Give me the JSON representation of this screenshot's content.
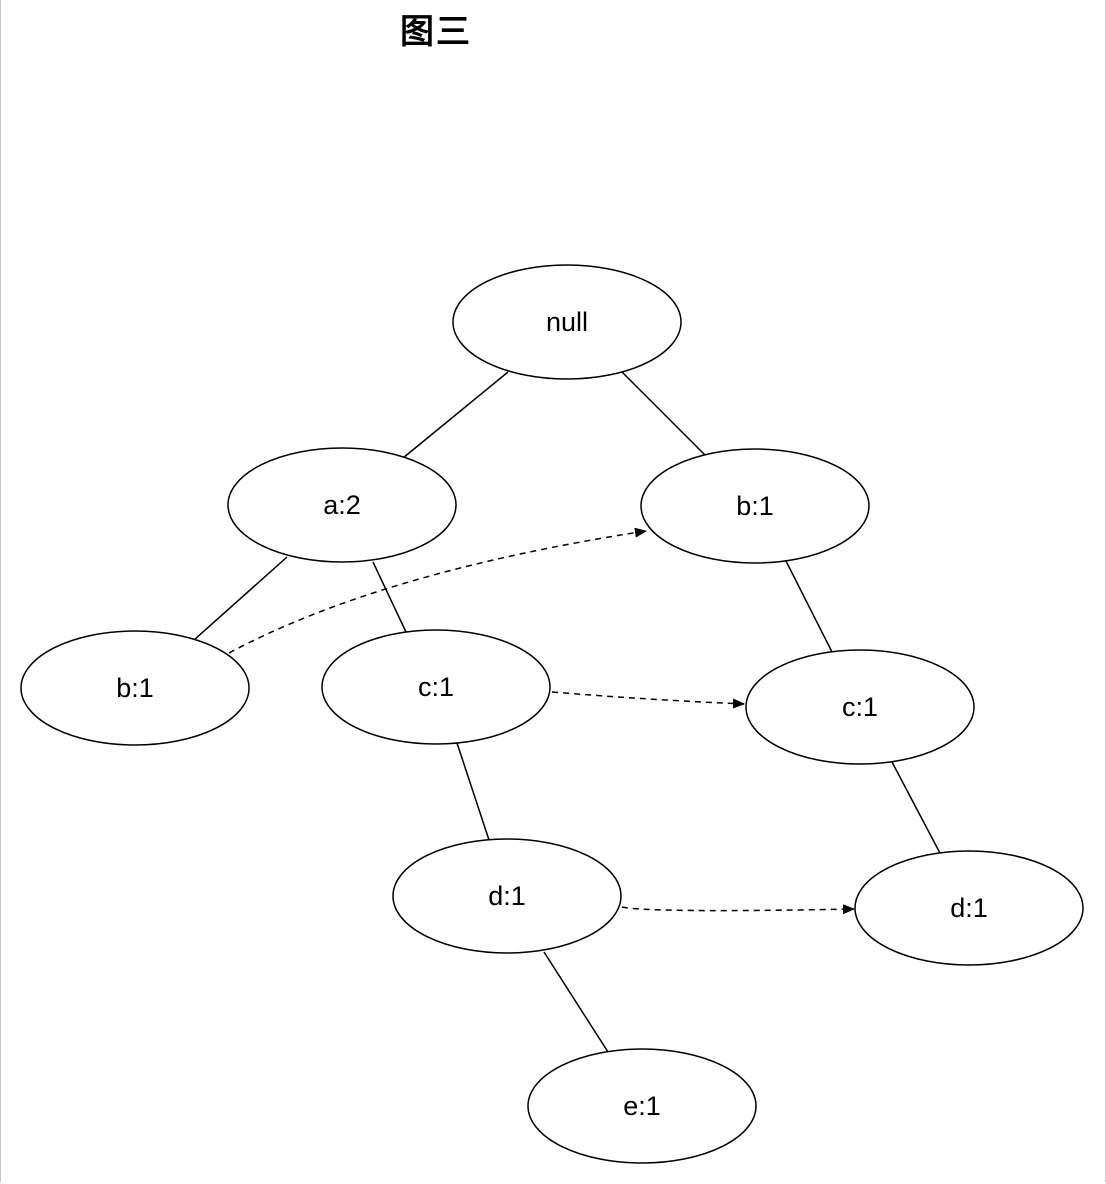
{
  "title": "图三",
  "nodes": [
    {
      "id": "root",
      "label": "null"
    },
    {
      "id": "a2",
      "label": "a:2"
    },
    {
      "id": "b1_right",
      "label": "b:1"
    },
    {
      "id": "b1_left",
      "label": "b:1"
    },
    {
      "id": "c1_mid",
      "label": "c:1"
    },
    {
      "id": "c1_right",
      "label": "c:1"
    },
    {
      "id": "d1_mid",
      "label": "d:1"
    },
    {
      "id": "d1_right",
      "label": "d:1"
    },
    {
      "id": "e1",
      "label": "e:1"
    }
  ],
  "edges": [
    {
      "from": "root",
      "to": "a2"
    },
    {
      "from": "root",
      "to": "b1_right"
    },
    {
      "from": "a2",
      "to": "b1_left"
    },
    {
      "from": "a2",
      "to": "c1_mid"
    },
    {
      "from": "b1_right",
      "to": "c1_right"
    },
    {
      "from": "c1_mid",
      "to": "d1_mid"
    },
    {
      "from": "c1_right",
      "to": "d1_right"
    },
    {
      "from": "d1_mid",
      "to": "e1"
    }
  ],
  "node_links": [
    {
      "from": "b1_left",
      "to": "b1_right"
    },
    {
      "from": "c1_mid",
      "to": "c1_right"
    },
    {
      "from": "d1_mid",
      "to": "d1_right"
    }
  ]
}
